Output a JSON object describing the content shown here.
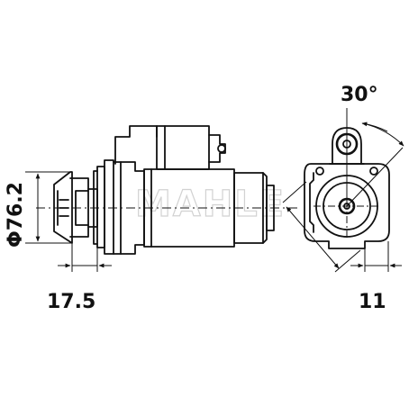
{
  "dimensions": {
    "diameter": "Φ76.2",
    "flange_width": "17.5",
    "angle": "30°",
    "offset": "11"
  },
  "watermark": "MAHLE",
  "colors": {
    "line": "#111111",
    "watermark": "#d2d2d2",
    "background": "#ffffff"
  }
}
